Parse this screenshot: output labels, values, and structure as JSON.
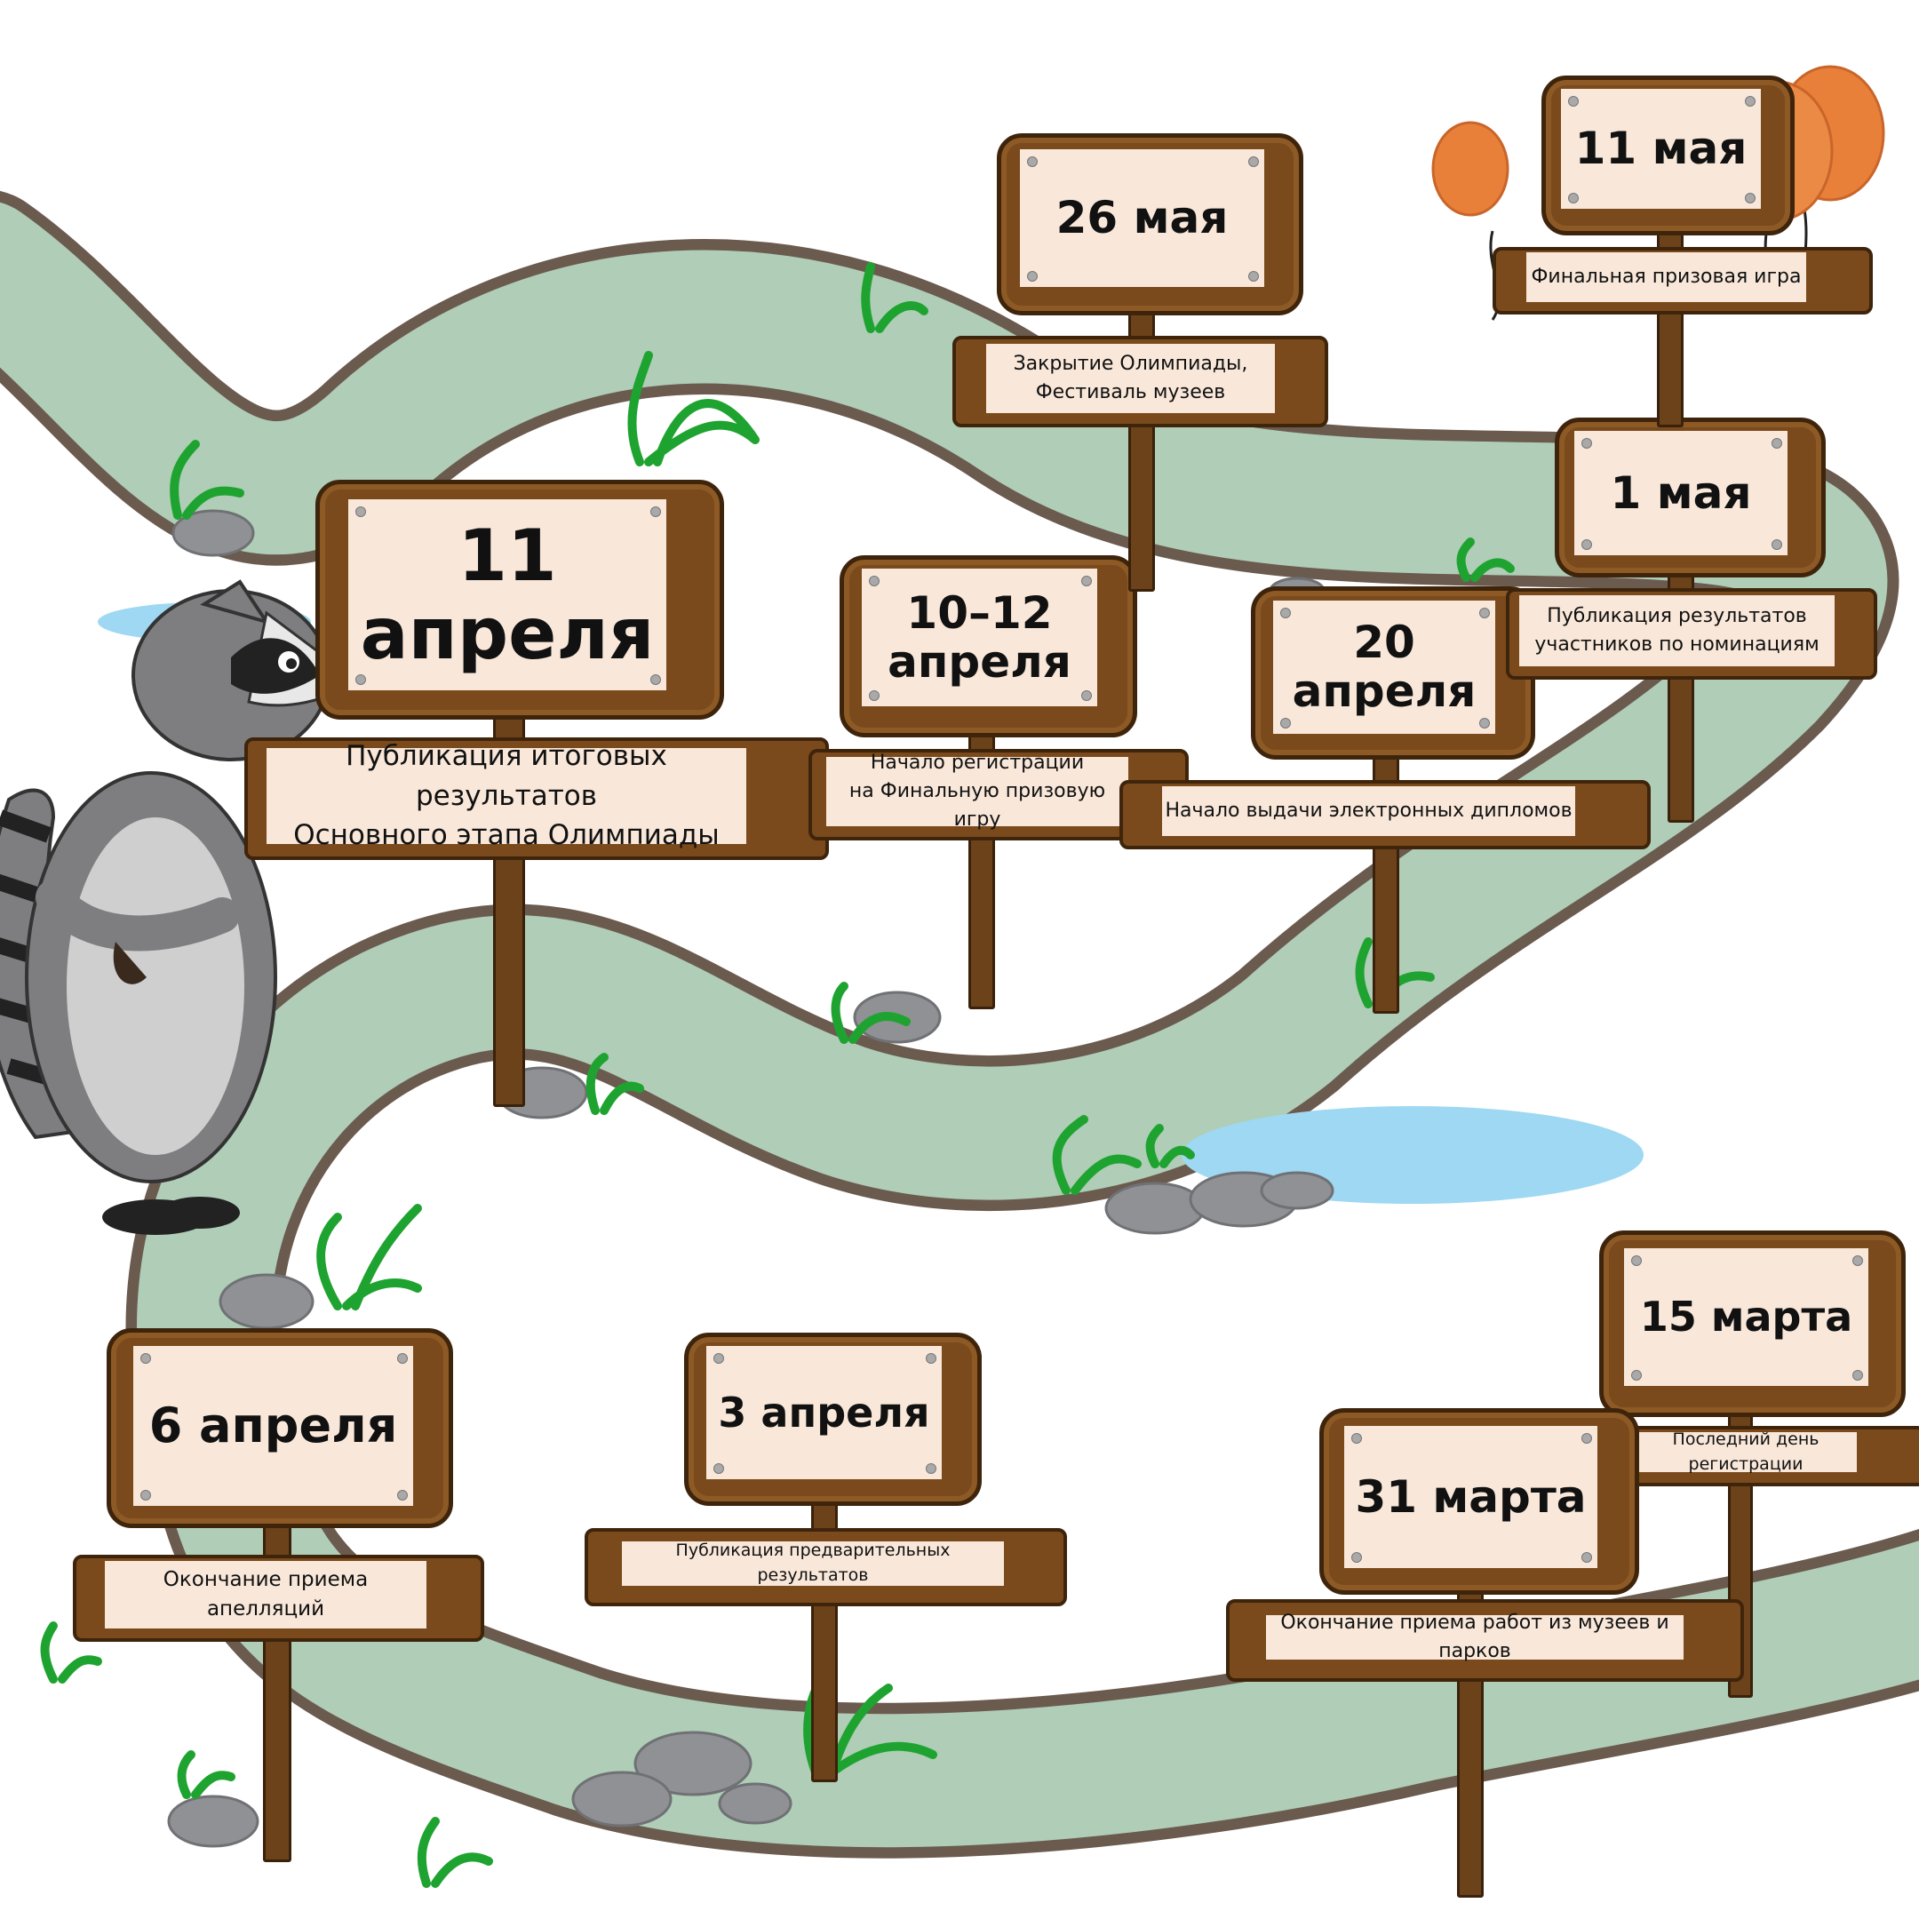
{
  "milestones": [
    {
      "date": "15 марта",
      "caption": "Последний день регистрации"
    },
    {
      "date": "31 марта",
      "caption": "Окончание приема работ из музеев и парков"
    },
    {
      "date": "3 апреля",
      "caption": "Публикация предварительных результатов"
    },
    {
      "date": "6 апреля",
      "caption": "Окончание приема апелляций"
    },
    {
      "date": "11\nапреля",
      "caption": "Публикация итоговых результатов\nОсновного этапа Олимпиады"
    },
    {
      "date": "10–12\nапреля",
      "caption": "Начало регистрации\nна Финальную призовую игру"
    },
    {
      "date": "20\nапреля",
      "caption": "Начало выдачи электронных дипломов"
    },
    {
      "date": "1 мая",
      "caption": "Публикация результатов\nучастников по номинациям"
    },
    {
      "date": "26 мая",
      "caption": "Закрытие Олимпиады,\nФестиваль музеев"
    },
    {
      "date": "11 мая",
      "caption": "Финальная призовая игра"
    }
  ],
  "colors": {
    "path_fill": "#afcdb7",
    "path_border": "#6b5a4e",
    "wood": "#7a4a1c",
    "wood_dark": "#3f240c",
    "plaque": "#f9e8da",
    "grass": "#1fa330",
    "water": "#9fd8f2",
    "stone": "#8f9194",
    "balloon": "#e8803a",
    "raccoon_gray": "#7e7e80"
  },
  "decorations": [
    "raccoon",
    "balloons",
    "stones",
    "grass",
    "puddles",
    "winding-path"
  ]
}
